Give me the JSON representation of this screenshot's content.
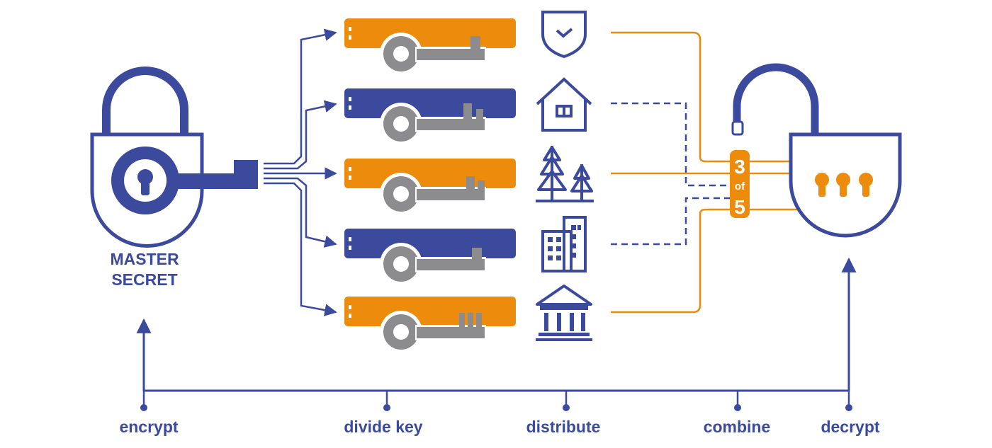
{
  "colors": {
    "blue": "#3b4a9c",
    "orange": "#ec8b0c",
    "gray": "#8c8c8e",
    "white": "#ffffff"
  },
  "master_label": {
    "line1": "MASTER",
    "line2": "SECRET"
  },
  "threshold": {
    "required": "3",
    "word": "of",
    "total": "5"
  },
  "stages": [
    {
      "label": "encrypt"
    },
    {
      "label": "divide key"
    },
    {
      "label": "distribute"
    },
    {
      "label": "combine"
    },
    {
      "label": "decrypt"
    }
  ],
  "key_shares": [
    {
      "color": "orange",
      "holder_icon": "shield-icon",
      "link": "solid"
    },
    {
      "color": "blue",
      "holder_icon": "house-icon",
      "link": "dashed"
    },
    {
      "color": "orange",
      "holder_icon": "trees-icon",
      "link": "solid"
    },
    {
      "color": "blue",
      "holder_icon": "office-building-icon",
      "link": "dashed"
    },
    {
      "color": "orange",
      "holder_icon": "bank-icon",
      "link": "solid"
    }
  ]
}
